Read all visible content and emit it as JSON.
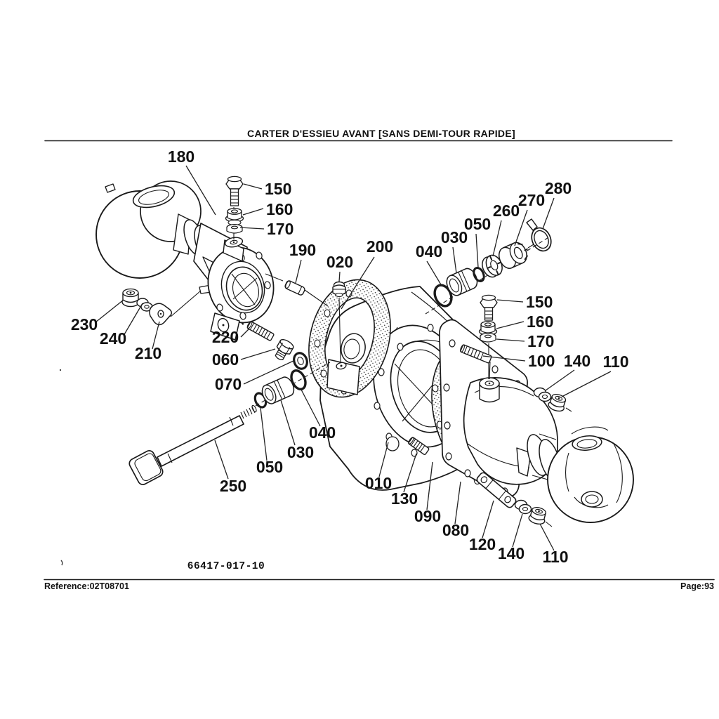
{
  "page": {
    "title": "CARTER D'ESSIEU AVANT   [SANS DEMI-TOUR RAPIDE]",
    "drawing_number": "66417-017-10",
    "footer": {
      "reference": "Reference:02T08701",
      "page": "Page:93"
    }
  },
  "diagram": {
    "type": "exploded-parts-diagram",
    "subject": "front-axle-housing",
    "ink_color": "#1a1a1a",
    "paper_color": "#ffffff",
    "callouts": [
      {
        "label": "180"
      },
      {
        "label": "150"
      },
      {
        "label": "160"
      },
      {
        "label": "170"
      },
      {
        "label": "190"
      },
      {
        "label": "020"
      },
      {
        "label": "200"
      },
      {
        "label": "040"
      },
      {
        "label": "030"
      },
      {
        "label": "050"
      },
      {
        "label": "260"
      },
      {
        "label": "270"
      },
      {
        "label": "280"
      },
      {
        "label": "230"
      },
      {
        "label": "240"
      },
      {
        "label": "210"
      },
      {
        "label": "220"
      },
      {
        "label": "060"
      },
      {
        "label": "070"
      },
      {
        "label": "150"
      },
      {
        "label": "160"
      },
      {
        "label": "170"
      },
      {
        "label": "100"
      },
      {
        "label": "140"
      },
      {
        "label": "110"
      },
      {
        "label": "040"
      },
      {
        "label": "030"
      },
      {
        "label": "050"
      },
      {
        "label": "250"
      },
      {
        "label": "010"
      },
      {
        "label": "130"
      },
      {
        "label": "090"
      },
      {
        "label": "080"
      },
      {
        "label": "120"
      },
      {
        "label": "140"
      },
      {
        "label": "110"
      }
    ]
  }
}
